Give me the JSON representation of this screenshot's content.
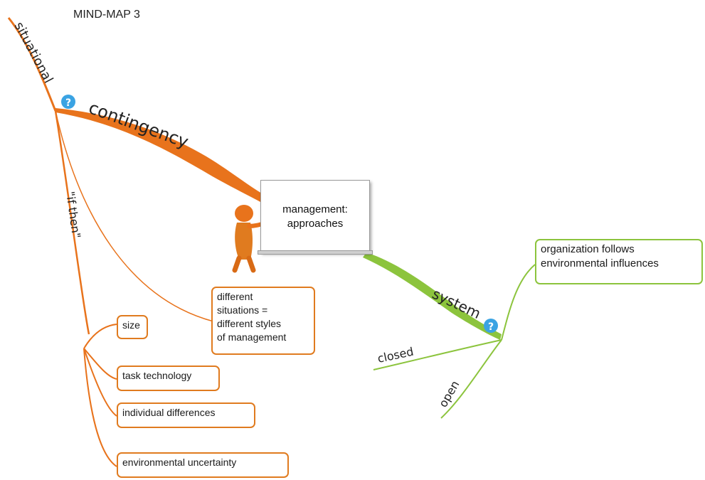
{
  "title": "MIND-MAP 3",
  "center": {
    "line1": "management:",
    "line2": "approaches"
  },
  "branches": {
    "contingency": {
      "label": "contingency",
      "sub_situational": "situational",
      "sub_if_then": "\"if then\"",
      "boxes": {
        "different": [
          "different",
          "situations =",
          "different styles",
          "of management"
        ],
        "size": "size",
        "task": "task technology",
        "individual": "individual differences",
        "environmental": "environmental uncertainty"
      }
    },
    "system": {
      "label": "system",
      "sub_closed": "closed",
      "sub_open": "open",
      "box": [
        "organization follows",
        "environmental influences"
      ]
    }
  },
  "colors": {
    "orange": "#e8731c",
    "green": "#8cc43d",
    "help_icon": "#3aa3e3"
  },
  "icons": [
    "help-icon",
    "help-icon",
    "presenter-figure-icon"
  ]
}
